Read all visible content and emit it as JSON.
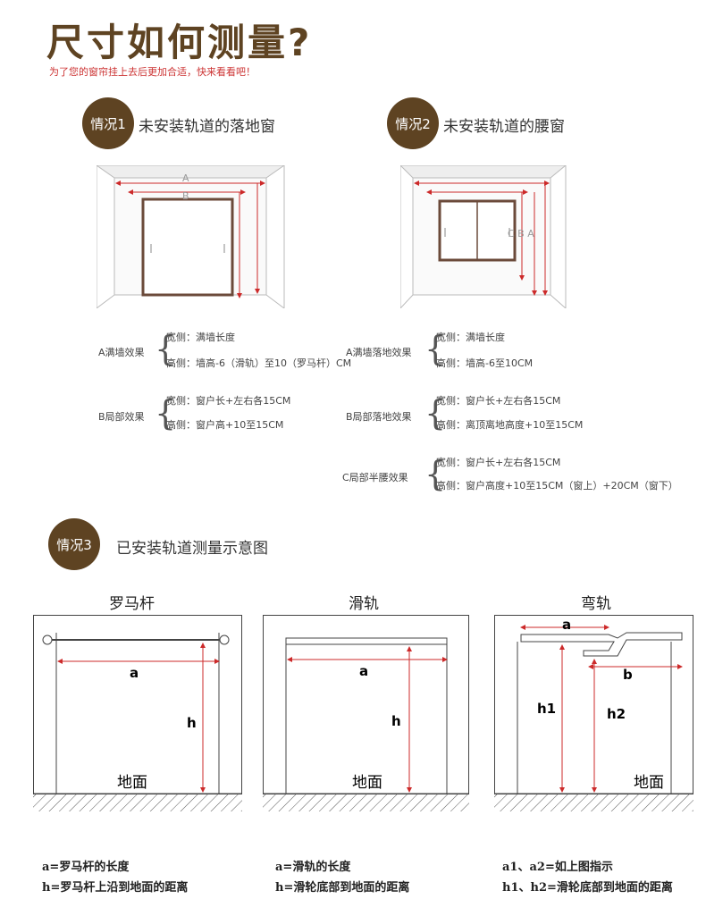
{
  "header": {
    "title": "尺寸如何测量?",
    "subtitle": "为了您的窗帘挂上去后更加合适，快来看看吧！"
  },
  "case1": {
    "badge": "情况1",
    "title": "未安装轨道的落地窗",
    "diagram_letters": {
      "a": "A",
      "b": "B"
    }
  },
  "case2": {
    "badge": "情况2",
    "title": "未安装轨道的腰窗",
    "diagram_letters": "C B A"
  },
  "case3": {
    "badge": "情况3",
    "title": "已安装轨道测量示意图"
  },
  "left_specs": [
    {
      "label": "A满墙效果",
      "width": "宽侧：满墙长度",
      "height": "高侧：墙高-6（滑轨）至10（罗马杆）CM"
    },
    {
      "label": "B局部效果",
      "width": "宽侧：窗户长+左右各15CM",
      "height": "高侧：窗户高+10至15CM"
    }
  ],
  "right_specs": [
    {
      "label": "A满墙落地效果",
      "width": "宽侧：满墙长度",
      "height": "高侧：墙高-6至10CM"
    },
    {
      "label": "B局部落地效果",
      "width": "宽侧：窗户长+左右各15CM",
      "height": "高侧：离顶离地高度+10至15CM"
    },
    {
      "label": "C局部半腰效果",
      "width": "宽侧：窗户长+左右各15CM",
      "height": "高侧：窗户高度+10至15CM（窗上）+20CM（窗下）"
    }
  ],
  "track_types": [
    {
      "caption": "罗马杆",
      "a": "a",
      "h": "h",
      "floor": "地面",
      "note1": "a=罗马杆的长度",
      "note2": "h=罗马杆上沿到地面的距离"
    },
    {
      "caption": "滑轨",
      "a": "a",
      "h": "h",
      "floor": "地面",
      "note1": "a=滑轨的长度",
      "note2": "h=滑轮底部到地面的距离"
    },
    {
      "caption": "弯轨",
      "a": "a",
      "b": "b",
      "h1": "h1",
      "h2": "h2",
      "floor": "地面",
      "note1": "a1、a2=如上图指示",
      "note2": "h1、h2=滑轮底部到地面的距离"
    }
  ],
  "colors": {
    "brand": "#5e4322",
    "arrow": "#cc2a2a",
    "subtitle": "#cc3333"
  }
}
